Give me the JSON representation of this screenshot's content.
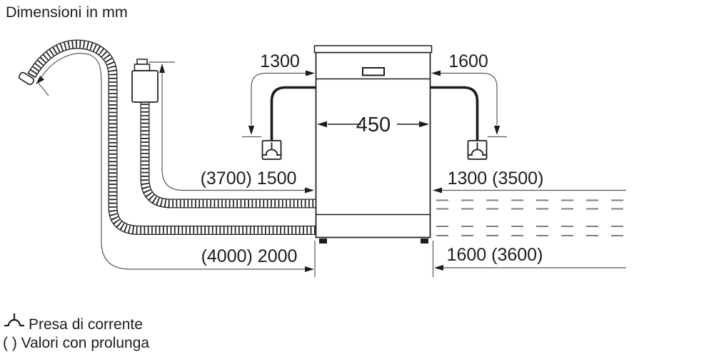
{
  "title": "Dimensioni in mm",
  "labels": {
    "width": "450",
    "cord_left": "1300",
    "cord_right": "1600",
    "supply_left": "(3700) 1500",
    "supply_right": "1300 (3500)",
    "drain_left": "(4000) 2000",
    "drain_right": "1600 (3600)"
  },
  "measurements": [
    {
      "id": "cabinet-width-mm",
      "value": "450"
    },
    {
      "id": "power-cord-left-mm",
      "value": "1300"
    },
    {
      "id": "power-cord-right-mm",
      "value": "1600"
    },
    {
      "id": "supply-hose-left-mm",
      "value": "(3700) 1500"
    },
    {
      "id": "supply-hose-right-mm",
      "value": "1300 (3500)"
    },
    {
      "id": "drain-hose-left-mm",
      "value": "(4000) 2000"
    },
    {
      "id": "drain-hose-right-mm",
      "value": "1600 (3600)"
    }
  ],
  "legend": {
    "outlet_label": "Presa di corrente",
    "parentheses_label": "( ) Valori con prolunga"
  },
  "icons": {
    "outlet": "power-outlet-icon"
  },
  "colors": {
    "line": "#1c1c1c",
    "dimension_line": "#585858",
    "dashed_line": "#7d7d7d",
    "background": "#ffffff"
  }
}
